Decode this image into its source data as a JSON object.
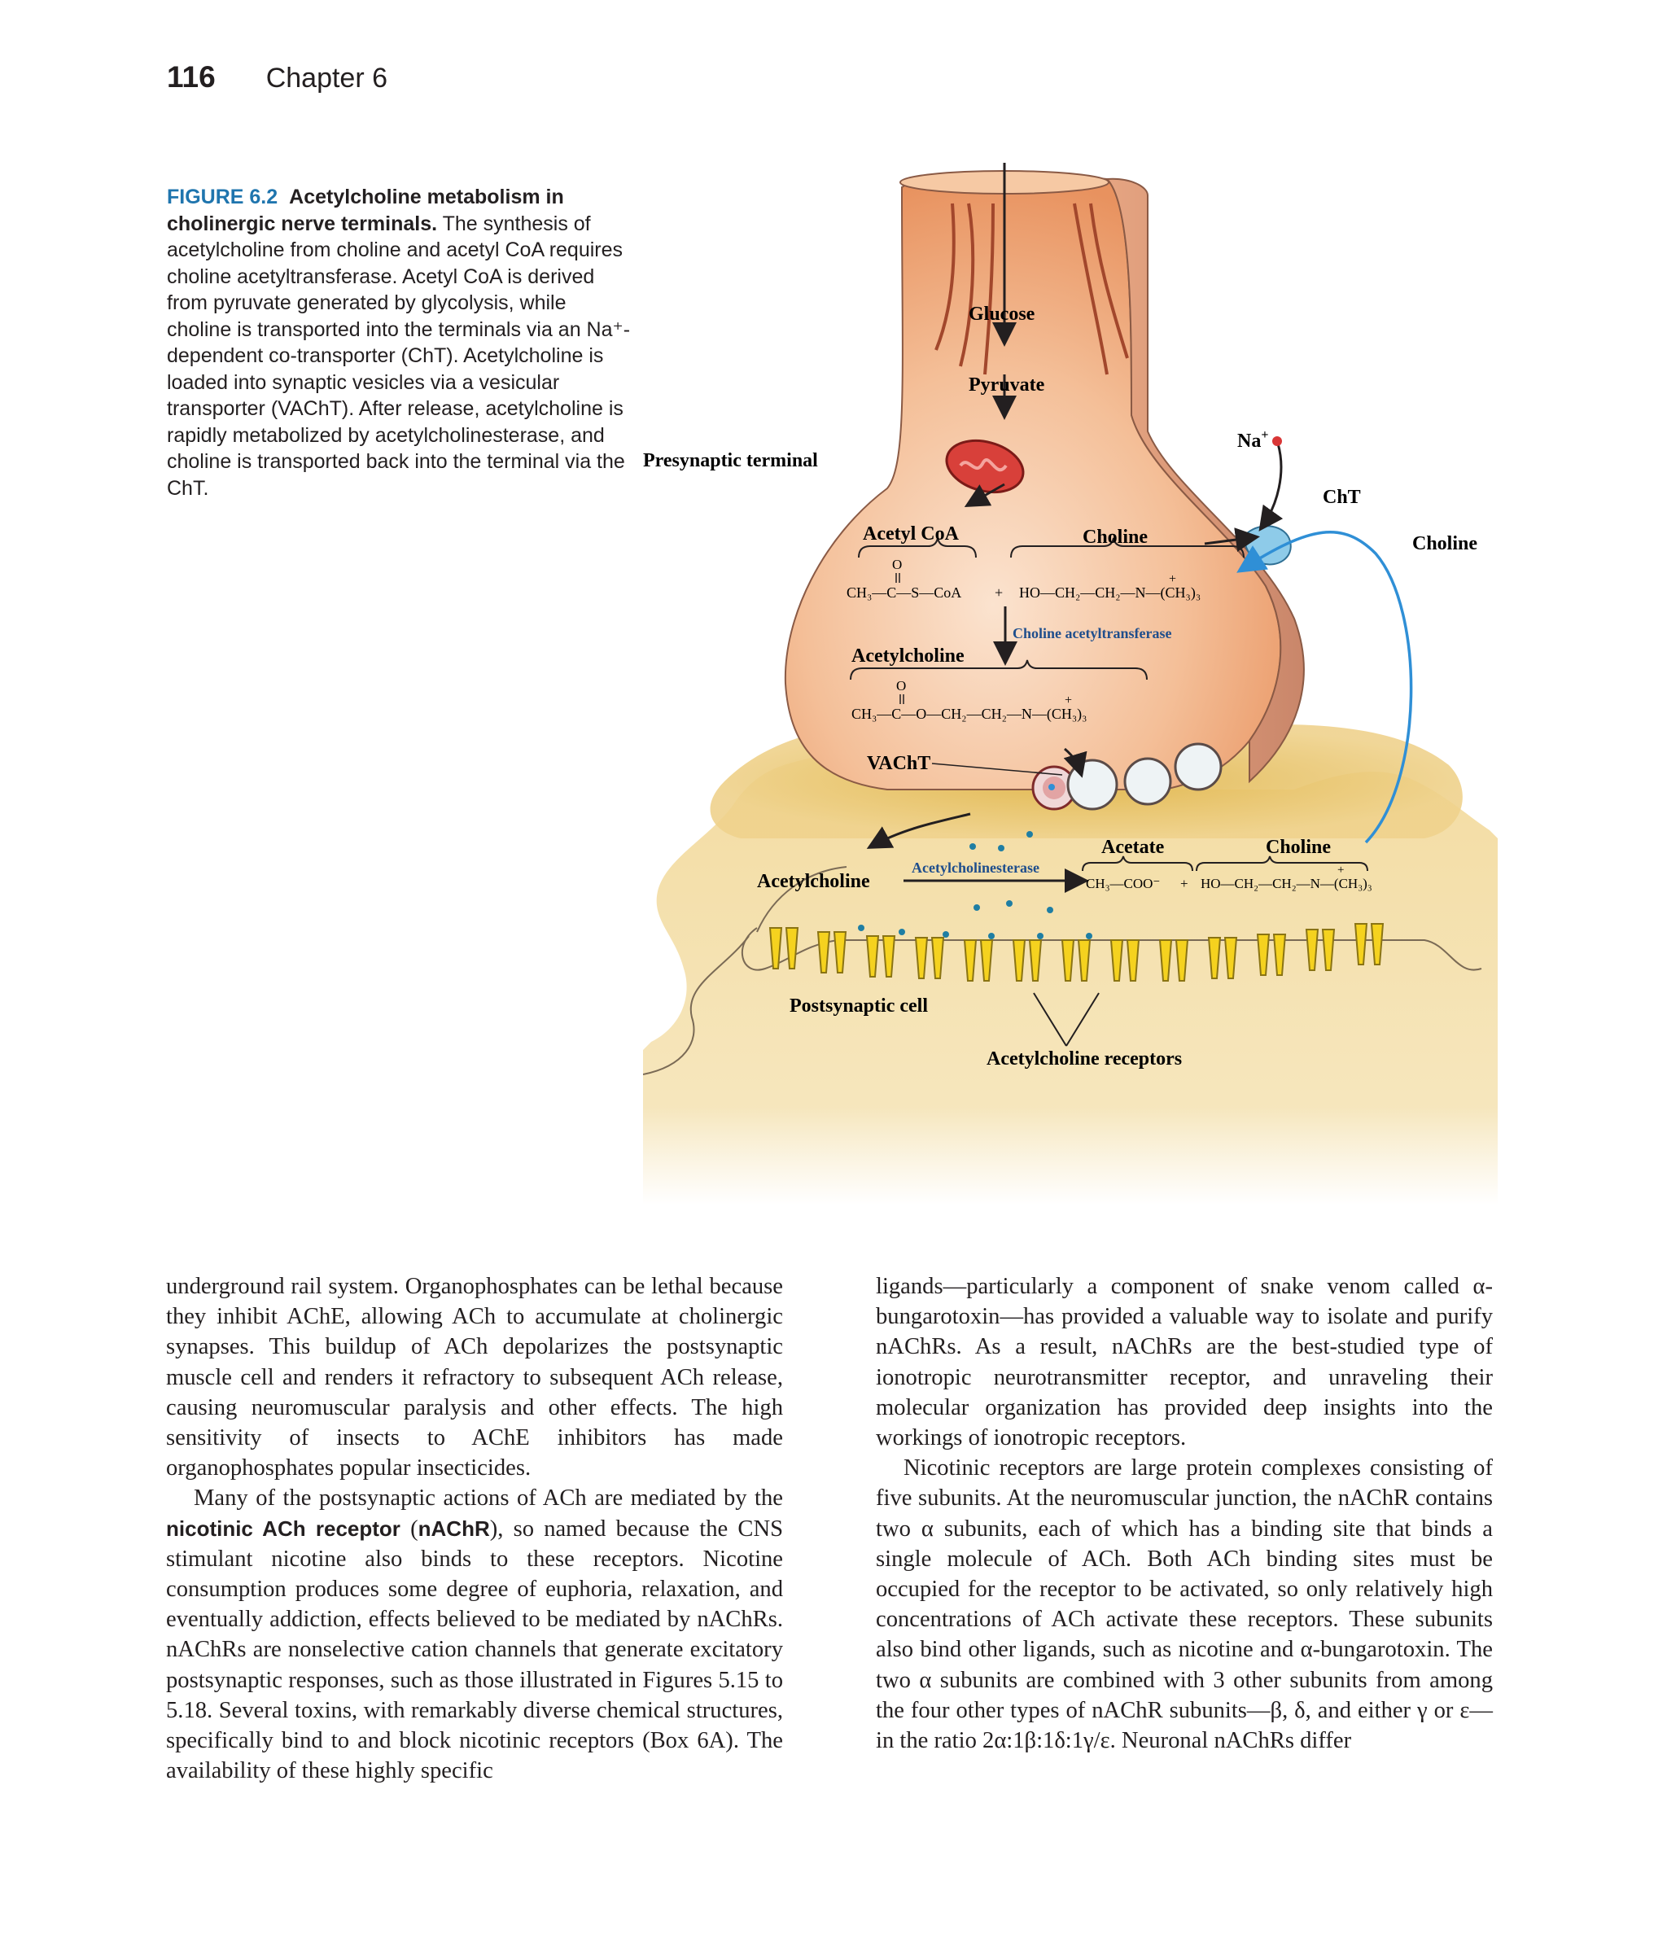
{
  "header": {
    "page_number": "116",
    "chapter": "Chapter 6"
  },
  "caption": {
    "label": "FIGURE 6.2",
    "title": "Acetylcholine metabolism in cholinergic nerve terminals.",
    "text": "The synthesis of acetylcholine from choline and acetyl CoA requires choline acetyltransferase. Acetyl CoA is derived from pyruvate generated by glycolysis, while choline is transported into the terminals via an Na⁺-dependent co-transporter (ChT). Acetylcholine is loaded into synaptic vesicles via a vesicular transporter (VAChT). After release, acetylcholine is rapidly metabolized by acetylcholinesterase, and choline is transported back into the terminal via the ChT."
  },
  "figure": {
    "presynaptic_terminal": "Presynaptic terminal",
    "glucose": "Glucose",
    "pyruvate": "Pyruvate",
    "na": "Na",
    "na_sup": "+",
    "cht": "ChT",
    "choline_outside": "Choline",
    "acetyl_coa": "Acetyl CoA",
    "choline_inside": "Choline",
    "choline_acetyltransferase": "Choline acetyltransferase",
    "acetylcholine_inside": "Acetylcholine",
    "vacht": "VAChT",
    "acetylcholine_cleft": "Acetylcholine",
    "acetylcholinesterase": "Acetylcholinesterase",
    "acetate": "Acetate",
    "choline_cleft": "Choline",
    "postsynaptic_cell": "Postsynaptic cell",
    "acetylcholine_receptors": "Acetylcholine receptors",
    "formula_acetyl_coa": "CH₃—C—S—CoA",
    "formula_plus": "+",
    "formula_choline": "HO—CH₂—CH₂—N—(CH₃)₃",
    "formula_acetylcholine": "CH₃—C—O—CH₂—CH₂—N—(CH₃)₃",
    "formula_acetate": "CH₃—COO⁻",
    "formula_choline_cleft": "HO—CH₂—CH₂—N—(CH₃)₃",
    "oxygen": "O",
    "plus_charge": "+",
    "colors": {
      "terminal": "#efa77c",
      "cleft": "#e6c364",
      "postsynaptic": "#f4dea6",
      "receptor": "#f5d21f",
      "arrow_blue": "#2f8fd6",
      "accent": "#1f75ae"
    }
  },
  "body": {
    "left_p1": "underground rail system. Organophosphates can be lethal because they inhibit AChE, allowing ACh to accumulate at cholinergic synapses. This buildup of ACh depolarizes the postsynaptic muscle cell and renders it refractory to subsequent ACh release, causing neuromuscular paralysis and other effects. The high sensitivity of insects to AChE inhibitors has made organophosphates popular insecticides.",
    "left_p2_a": "Many of the postsynaptic actions of ACh are mediated by the ",
    "left_p2_kw1": "nicotinic ACh receptor",
    "left_p2_b": " (",
    "left_p2_kw2": "nAChR",
    "left_p2_c": "), so named because the CNS stimulant nicotine also binds to these receptors. Nicotine consumption produces some degree of euphoria, relaxation, and eventually addiction, effects believed to be mediated by nAChRs. nAChRs are nonselective cation channels that generate excitatory postsynaptic responses, such as those illustrated in Figures 5.15 to 5.18. Several toxins, with remarkably diverse chemical structures, specifically bind to and block nicotinic receptors (Box 6A). The availability of these highly specific",
    "right_p1": "ligands—particularly a component of snake venom called α-bungarotoxin—has provided a valuable way to isolate and purify nAChRs. As a result, nAChRs are the best-studied type of ionotropic neurotransmitter receptor, and unraveling their molecular organization has provided deep insights into the workings of ionotropic receptors.",
    "right_p2": "Nicotinic receptors are large protein complexes consisting of five subunits. At the neuromuscular junction, the nAChR contains two α subunits, each of which has a binding site that binds a single molecule of ACh. Both ACh binding sites must be occupied for the receptor to be activated, so only relatively high concentrations of ACh activate these receptors. These subunits also bind other ligands, such as nicotine and α-bungarotoxin. The two α subunits are combined with 3 other subunits from among the four other types of nAChR subunits—β, δ, and either γ or ε—in the ratio 2α:1β:1δ:1γ/ε. Neuronal nAChRs differ"
  }
}
